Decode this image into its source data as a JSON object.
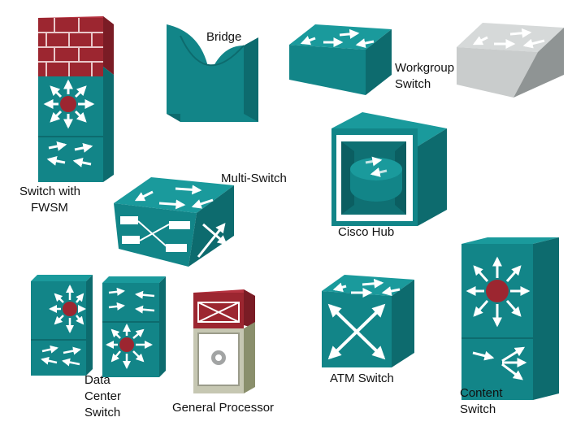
{
  "devices": [
    {
      "id": "switch-fwsm",
      "label_lines": [
        "Switch with",
        "FWSM"
      ],
      "icon": "switch-with-firewall-icon"
    },
    {
      "id": "bridge",
      "label_lines": [
        "Bridge"
      ],
      "icon": "bridge-icon"
    },
    {
      "id": "workgroup-switch",
      "label_lines": [
        "Workgroup",
        "Switch"
      ],
      "icon": "workgroup-switch-icon"
    },
    {
      "id": "multi-switch",
      "label_lines": [
        "Multi-Switch"
      ],
      "icon": "multi-switch-icon"
    },
    {
      "id": "cisco-hub",
      "label_lines": [
        "Cisco Hub"
      ],
      "icon": "hub-icon"
    },
    {
      "id": "data-center-switch",
      "label_lines": [
        "Data",
        "Center",
        "Switch"
      ],
      "icon": "data-center-switch-icon"
    },
    {
      "id": "general-processor",
      "label_lines": [
        "General Processor"
      ],
      "icon": "general-processor-icon"
    },
    {
      "id": "atm-switch",
      "label_lines": [
        "ATM Switch"
      ],
      "icon": "atm-switch-icon"
    },
    {
      "id": "content-switch",
      "label_lines": [
        "Content",
        "Switch"
      ],
      "icon": "content-switch-icon"
    }
  ],
  "colors": {
    "teal_front": "#128588",
    "teal_top": "#1a9a9c",
    "teal_side": "#0d6b6e",
    "firewall_red": "#9c2630",
    "gray_front": "#c9cccc",
    "gray_side": "#8f9494"
  }
}
